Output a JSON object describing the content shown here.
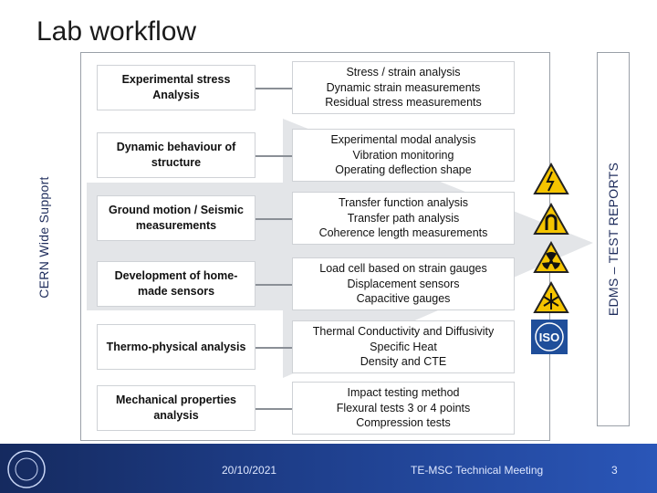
{
  "title": "Lab workflow",
  "left_label": "CERN Wide Support",
  "right_label": "EDMS – TEST REPORTS",
  "rows": [
    {
      "activity": "Experimental stress Analysis",
      "details": [
        "Stress / strain analysis",
        "Dynamic strain measurements",
        "Residual stress measurements"
      ]
    },
    {
      "activity": "Dynamic behaviour of structure",
      "details": [
        "Experimental modal analysis",
        "Vibration monitoring",
        "Operating deflection shape"
      ]
    },
    {
      "activity": "Ground motion / Seismic measurements",
      "details": [
        "Transfer function analysis",
        "Transfer path analysis",
        "Coherence length measurements"
      ]
    },
    {
      "activity": "Development of home-made sensors",
      "details": [
        "Load cell based on strain gauges",
        "Displacement sensors",
        "Capacitive gauges"
      ]
    },
    {
      "activity": "Thermo-physical analysis",
      "details": [
        "Thermal Conductivity and Diffusivity",
        "Specific Heat",
        "Density and CTE"
      ]
    },
    {
      "activity": "Mechanical properties analysis",
      "details": [
        "Impact testing method",
        "Flexural tests 3 or 4 points",
        "Compression tests"
      ]
    }
  ],
  "icons": {
    "hazards": [
      "electrical-hazard-icon",
      "magnetic-field-icon",
      "radiation-hazard-icon",
      "cryogenic-hazard-icon"
    ],
    "iso": "ISO"
  },
  "colors": {
    "hazard_yellow": "#f5c400",
    "footer_blue": "#1d3c86",
    "iso_blue": "#1f4e9a"
  },
  "footer": {
    "date": "20/10/2021",
    "event": "TE-MSC Technical Meeting",
    "page": "3"
  }
}
